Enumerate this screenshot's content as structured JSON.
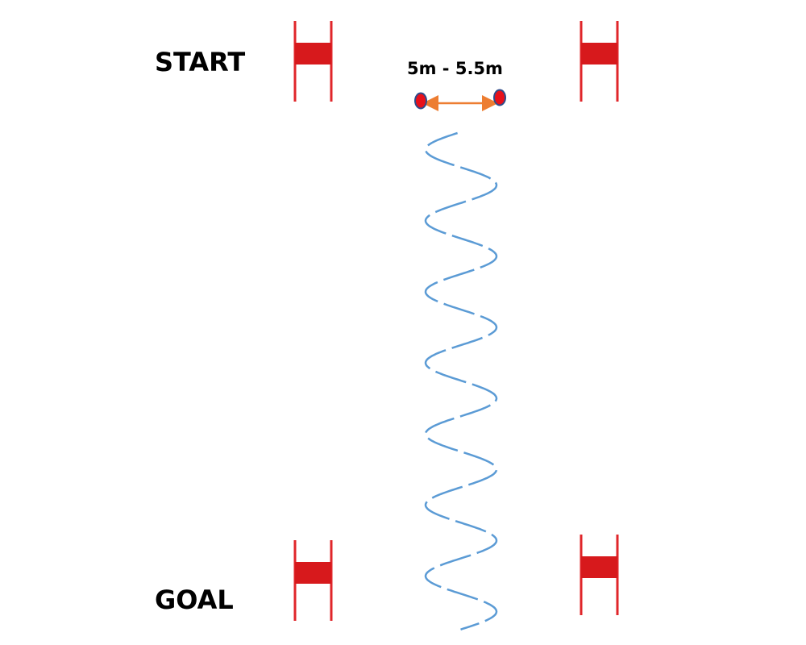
{
  "labels": {
    "start": "START",
    "goal": "GOAL",
    "distance": "5m - 5.5m"
  },
  "colors": {
    "gate": "#d7191c",
    "cone_fill": "#e8101a",
    "cone_stroke": "#2f4b8a",
    "arrow": "#ed7d31",
    "path": "#5b9bd5"
  },
  "path": {
    "turns": 14
  }
}
